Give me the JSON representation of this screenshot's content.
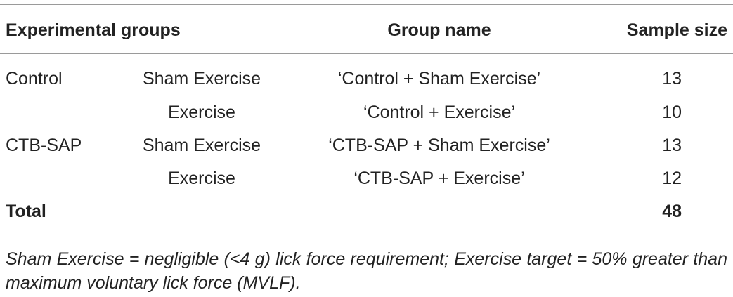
{
  "table": {
    "headers": {
      "groups": "Experimental groups",
      "name": "Group name",
      "size": "Sample size"
    },
    "rows": [
      {
        "group": "Control",
        "condition": "Sham Exercise",
        "name": "‘Control + Sham Exercise’",
        "size": "13"
      },
      {
        "group": "",
        "condition": "Exercise",
        "name": "‘Control + Exercise’",
        "size": "10"
      },
      {
        "group": "CTB-SAP",
        "condition": "Sham Exercise",
        "name": "‘CTB-SAP + Sham Exercise’",
        "size": "13"
      },
      {
        "group": "",
        "condition": "Exercise",
        "name": "‘CTB-SAP + Exercise’",
        "size": "12"
      }
    ],
    "total": {
      "label": "Total",
      "size": "48"
    },
    "footnote": "Sham Exercise = negligible (<4 g) lick force requirement; Exercise target = 50% greater than maximum voluntary lick force (MVLF)."
  }
}
